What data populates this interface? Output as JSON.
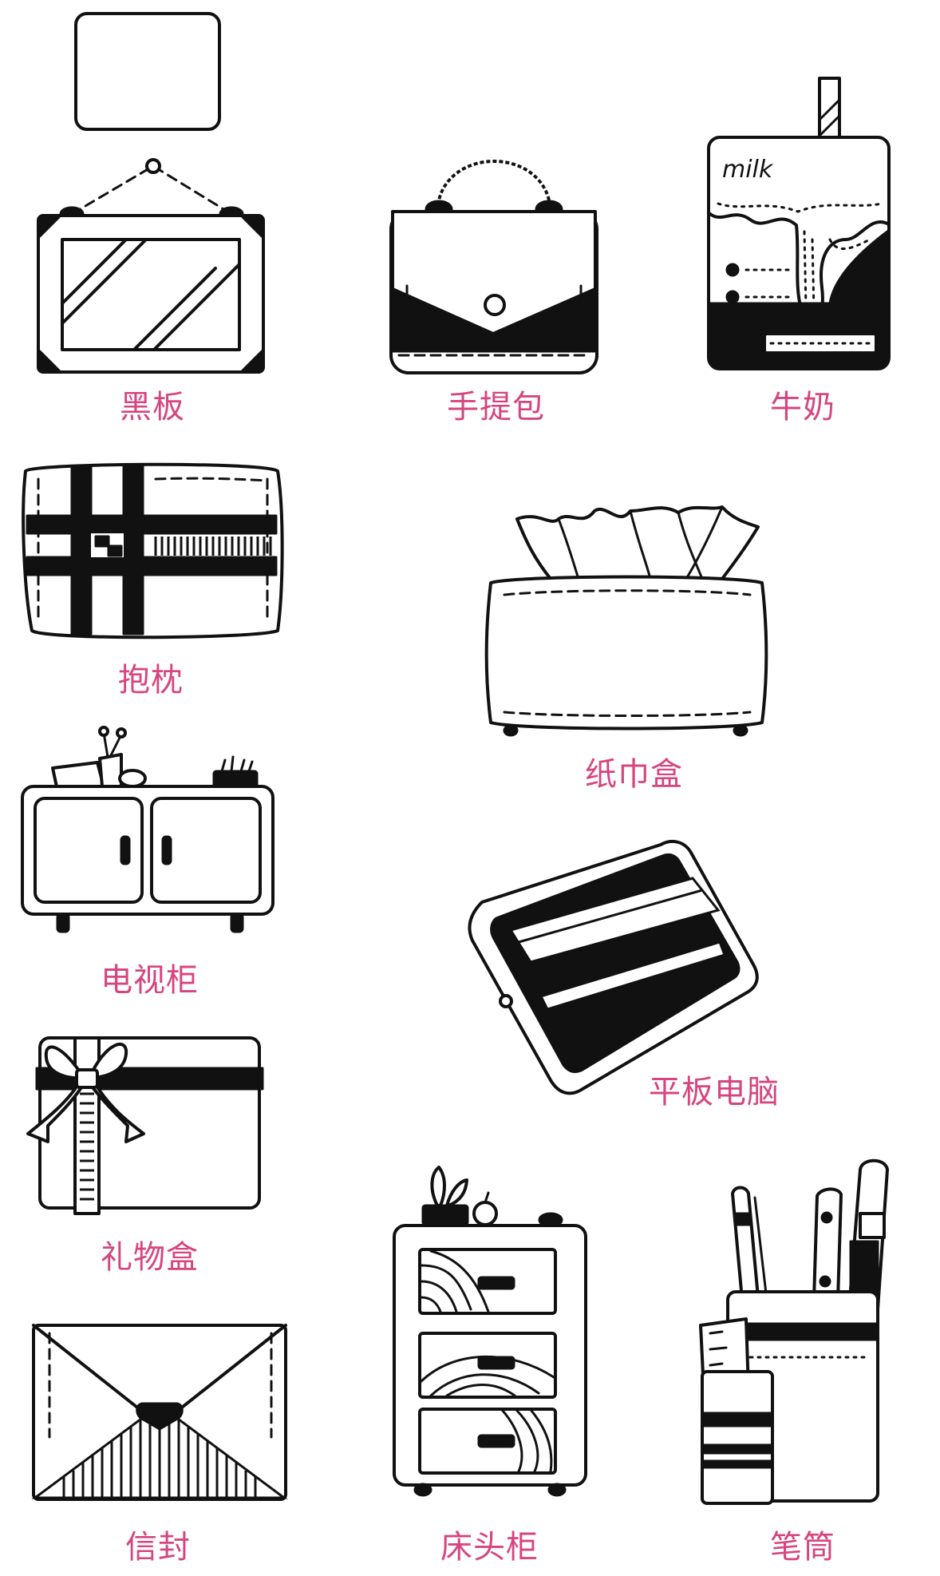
{
  "label_color": "#d6457f",
  "items": [
    {
      "label": "黑板"
    },
    {
      "label": "手提包"
    },
    {
      "label": "牛奶"
    },
    {
      "label": "抱枕"
    },
    {
      "label": "纸巾盒"
    },
    {
      "label": "电视柜"
    },
    {
      "label": "平板电脑"
    },
    {
      "label": "礼物盒"
    },
    {
      "label": "信封"
    },
    {
      "label": "床头柜"
    },
    {
      "label": "笔筒"
    }
  ],
  "milk_text": "milk"
}
